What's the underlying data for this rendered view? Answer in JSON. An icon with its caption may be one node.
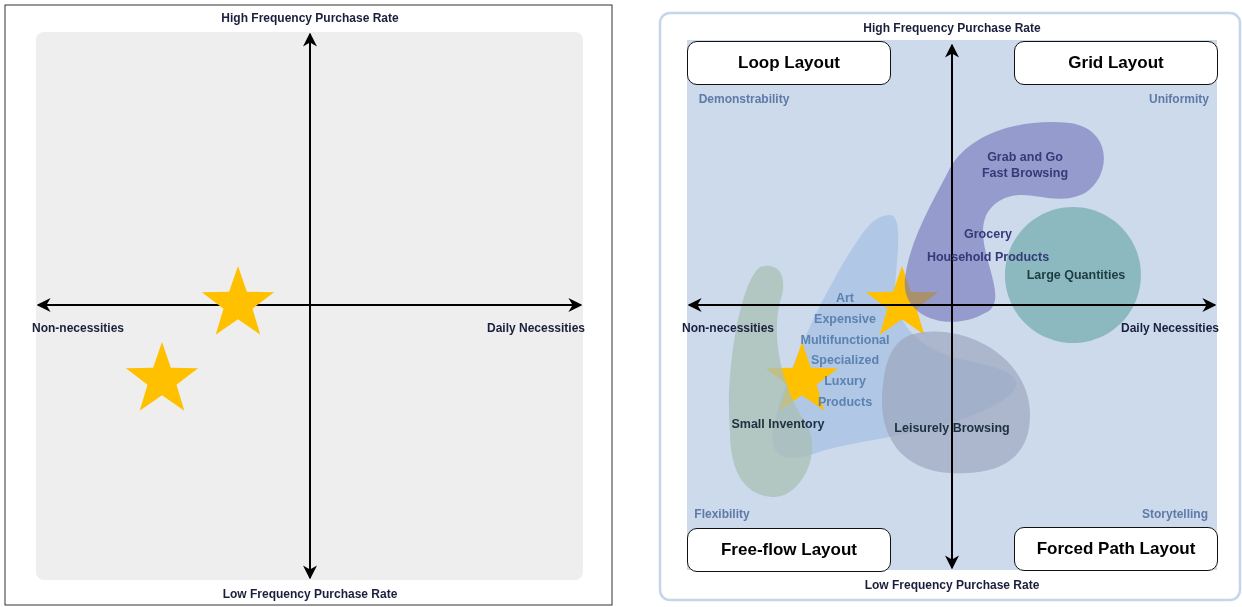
{
  "diagram": {
    "nodes": [
      {
        "text": [
          "Loop Layout"
        ],
        "beside": [
          "Demonstrability"
        ]
      },
      {
        "text": [
          "Grid Layout"
        ],
        "beside": [
          "Uniformity"
        ]
      },
      {
        "text": [
          "Grab and Go",
          "Fast Browsing",
          "Grocery",
          "Household Products"
        ]
      },
      {
        "text": [
          "Large Quantities"
        ]
      },
      {
        "text": [
          "Art",
          "Expensive",
          "Multifunctional",
          "Specialized",
          "Luxury",
          "Products"
        ]
      },
      {
        "text": [
          "Small Inventory"
        ]
      },
      {
        "text": [
          "Leisurely Browsing"
        ]
      },
      {
        "text": [
          "Free-flow Layout"
        ],
        "beside": [
          "Flexibility"
        ]
      },
      {
        "text": [
          "Forced Path Layout"
        ],
        "beside": [
          "Storytelling"
        ]
      },
      {
        "text": [],
        "shape": "star"
      },
      {
        "text": [],
        "shape": "star"
      },
      {
        "text": [],
        "shape": "star",
        "in": 4
      },
      {
        "text": [],
        "shape": "star",
        "in": 4
      }
    ],
    "edges": [],
    "labels": [
      "High Frequency Purchase Rate",
      "Non-necessities",
      "Daily Necessities",
      "Low Frequency Purchase Rate",
      "High Frequency Purchase Rate",
      "Non-necessities",
      "Daily Necessities",
      "Low Frequency Purchase Rate"
    ]
  }
}
